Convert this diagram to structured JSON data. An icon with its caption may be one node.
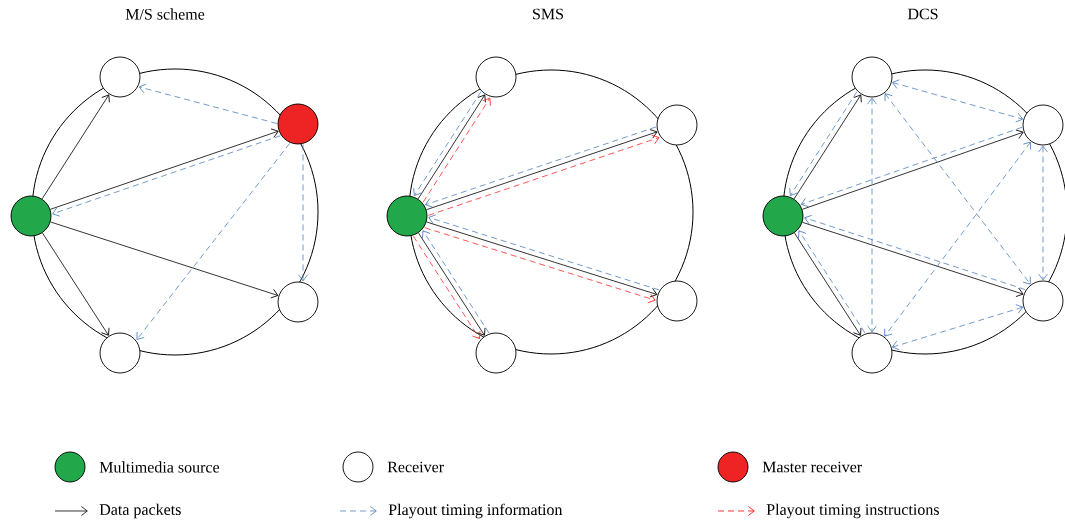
{
  "diagram": {
    "nodes": [
      {
        "text": [],
        "shape": "circle"
      },
      {
        "text": [],
        "shape": "circle"
      },
      {
        "text": [],
        "shape": "circle"
      },
      {
        "text": [],
        "shape": "circle"
      },
      {
        "text": [],
        "shape": "circle"
      },
      {
        "text": [],
        "shape": "circle"
      },
      {
        "text": [],
        "shape": "circle"
      },
      {
        "text": [],
        "shape": "circle"
      },
      {
        "text": [],
        "shape": "circle"
      },
      {
        "text": [],
        "shape": "circle"
      },
      {
        "text": [],
        "shape": "circle"
      },
      {
        "text": [],
        "shape": "circle"
      },
      {
        "text": [],
        "shape": "circle"
      },
      {
        "text": [],
        "shape": "circle"
      },
      {
        "text": [],
        "shape": "circle"
      }
    ],
    "edges": [
      {
        "from": 0,
        "to": 1,
        "arrow": "to",
        "color": "#000000"
      },
      {
        "from": 0,
        "to": 2,
        "arrow": "to",
        "color": "#000000"
      },
      {
        "from": 0,
        "to": 3,
        "arrow": "to",
        "color": "#000000"
      },
      {
        "from": 0,
        "to": 4,
        "arrow": "to",
        "color": "#000000"
      },
      {
        "from": 2,
        "to": 1,
        "arrow": "to",
        "style": "dashed"
      },
      {
        "from": 2,
        "to": 0,
        "arrow": "to",
        "style": "dashed"
      },
      {
        "from": 2,
        "to": 3,
        "arrow": "to",
        "style": "dashed"
      },
      {
        "from": 2,
        "to": 4,
        "arrow": "to",
        "style": "dashed"
      },
      {
        "from": 5,
        "to": 6,
        "arrow": "to",
        "color": "#000000"
      },
      {
        "from": 5,
        "to": 7,
        "arrow": "to",
        "color": "#000000"
      },
      {
        "from": 5,
        "to": 8,
        "arrow": "to",
        "color": "#000000"
      },
      {
        "from": 5,
        "to": 9,
        "arrow": "to",
        "color": "#000000"
      },
      {
        "from": 6,
        "to": 5,
        "arrow": "to",
        "style": "dashed"
      },
      {
        "from": 7,
        "to": 5,
        "arrow": "to",
        "style": "dashed"
      },
      {
        "from": 8,
        "to": 5,
        "arrow": "to",
        "style": "dashed"
      },
      {
        "from": 9,
        "to": 5,
        "arrow": "to",
        "style": "dashed"
      },
      {
        "from": 5,
        "to": 6,
        "arrow": "to",
        "style": "dashed",
        "color": "#ff2a2a"
      },
      {
        "from": 5,
        "to": 7,
        "arrow": "to",
        "style": "dashed",
        "color": "#ff2a2a"
      },
      {
        "from": 5,
        "to": 8,
        "arrow": "to",
        "style": "dashed",
        "color": "#ff2a2a"
      },
      {
        "from": 5,
        "to": 9,
        "arrow": "to",
        "style": "dashed",
        "color": "#ff2a2a"
      },
      {
        "from": 10,
        "to": 11,
        "arrow": "to",
        "color": "#000000"
      },
      {
        "from": 10,
        "to": 12,
        "arrow": "to",
        "color": "#000000"
      },
      {
        "from": 10,
        "to": 13,
        "arrow": "to",
        "color": "#000000"
      },
      {
        "from": 10,
        "to": 14,
        "arrow": "to",
        "color": "#000000"
      },
      {
        "from": 11,
        "to": 10,
        "arrow": "to",
        "style": "dashed"
      },
      {
        "from": 12,
        "to": 10,
        "arrow": "to",
        "style": "dashed"
      },
      {
        "from": 13,
        "to": 10,
        "arrow": "to",
        "style": "dashed"
      },
      {
        "from": 14,
        "to": 10,
        "arrow": "to",
        "style": "dashed"
      },
      {
        "from": 11,
        "to": 12,
        "arrow": "both",
        "style": "dashed"
      },
      {
        "from": 11,
        "to": 13,
        "arrow": "both",
        "style": "dashed"
      },
      {
        "from": 11,
        "to": 14,
        "arrow": "both",
        "style": "dashed"
      },
      {
        "from": 12,
        "to": 13,
        "arrow": "both",
        "style": "dashed"
      },
      {
        "from": 12,
        "to": 14,
        "arrow": "both",
        "style": "dashed"
      },
      {
        "from": 13,
        "to": 14,
        "arrow": "both",
        "style": "dashed"
      }
    ],
    "labels": [
      "M/S scheme",
      "SMS",
      "DCS"
    ],
    "legend": [
      {
        "text": "Multimedia source",
        "color": "#22a74b"
      },
      {
        "text": "Receiver"
      },
      {
        "text": "Master receiver",
        "color": "#ee2424"
      },
      {
        "text": "Data packets"
      },
      {
        "text": "Playout timing information"
      },
      {
        "text": "Playout timing instructions"
      }
    ]
  }
}
